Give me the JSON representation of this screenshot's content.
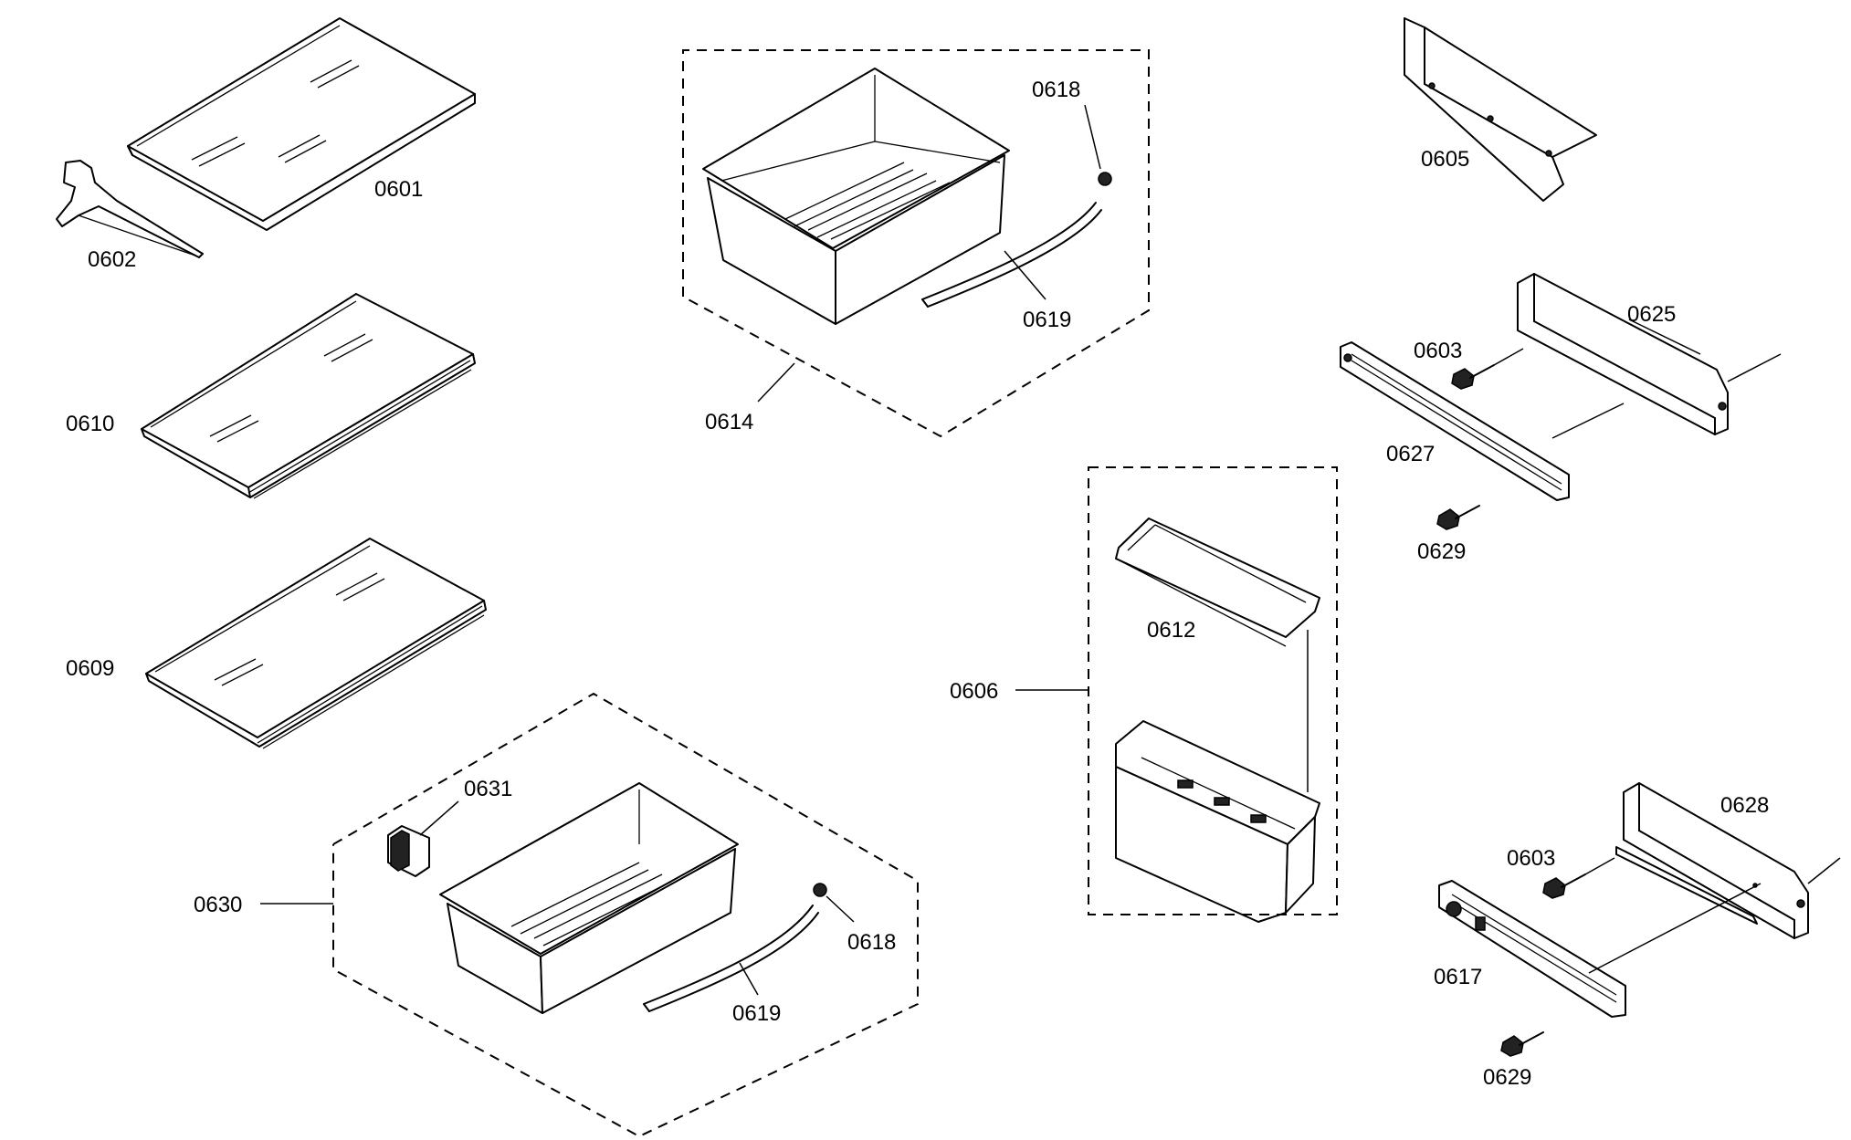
{
  "labels": {
    "l0601": "0601",
    "l0602": "0602",
    "l0610": "0610",
    "l0609": "0609",
    "l0614": "0614",
    "l0618a": "0618",
    "l0619a": "0619",
    "l0631": "0631",
    "l0630": "0630",
    "l0618b": "0618",
    "l0619b": "0619",
    "l0605": "0605",
    "l0625": "0625",
    "l0603a": "0603",
    "l0627": "0627",
    "l0629a": "0629",
    "l0612": "0612",
    "l0606": "0606",
    "l0628": "0628",
    "l0603b": "0603",
    "l0617": "0617",
    "l0629b": "0629"
  }
}
